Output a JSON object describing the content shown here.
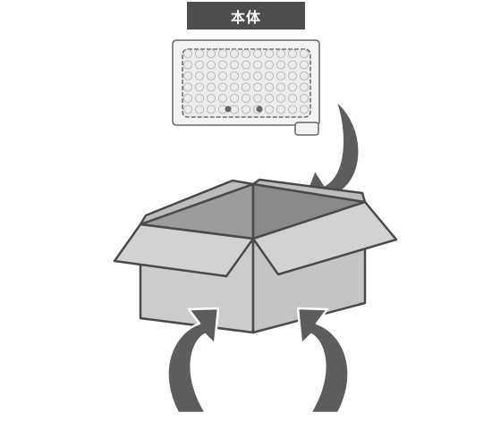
{
  "label": {
    "text": "本体"
  },
  "colors": {
    "label_bg": "#4d4d4d",
    "label_text": "#ffffff",
    "arrow": "#5d5d5d",
    "box_outline": "#4a4a4a",
    "box_front": "#cccccc",
    "box_inside": "#9c9c9c",
    "device_body": "#f4f4f4",
    "device_outline": "#666666"
  },
  "icons": {
    "device": "device-unit-illustration",
    "box": "open-cardboard-box-illustration",
    "arrows": [
      "curved-arrow-down-into-box",
      "curved-arrow-up-left",
      "curved-arrow-up-right"
    ]
  }
}
